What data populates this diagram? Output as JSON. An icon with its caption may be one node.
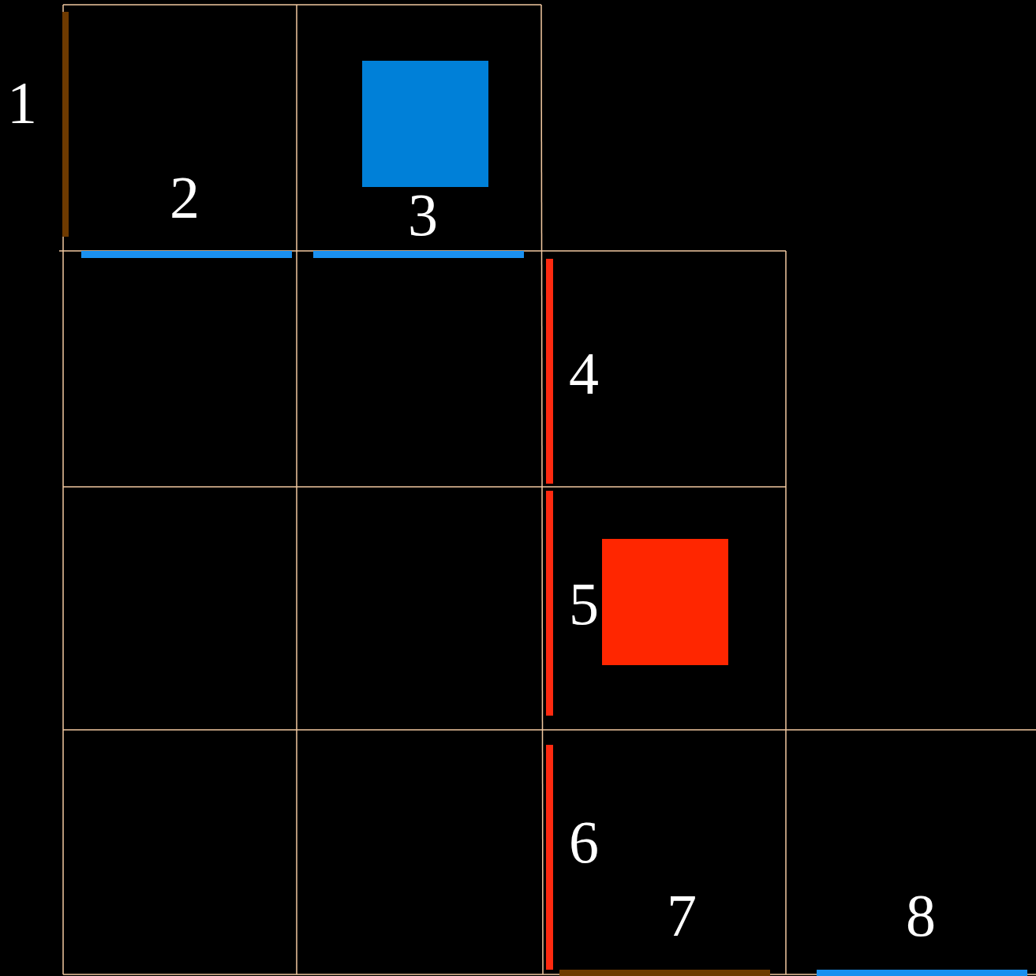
{
  "diagram": {
    "nodes": [
      {
        "text": [],
        "shape": "box"
      },
      {
        "text": [],
        "shape": "box"
      }
    ],
    "labels": [
      "1",
      "2",
      "3",
      "4",
      "5",
      "6",
      "7",
      "8"
    ]
  }
}
